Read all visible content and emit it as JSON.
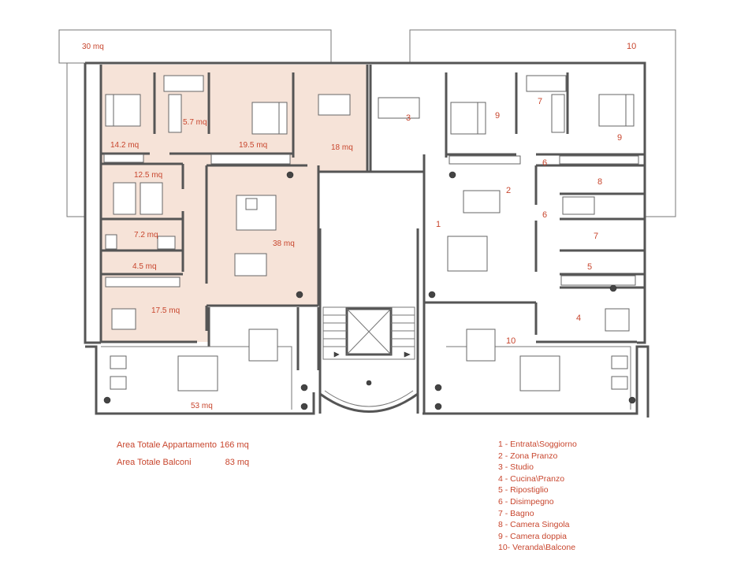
{
  "rooms": {
    "balcony_tl": "30 mq",
    "balcony_tr": "10",
    "room_142": "14.2 mq",
    "room_57": "5.7 mq",
    "room_195": "19.5 mq",
    "room_18": "18 mq",
    "room_125": "12.5 mq",
    "room_72": "7.2 mq",
    "room_45": "4.5 mq",
    "room_175": "17.5 mq",
    "room_38": "38 mq",
    "room_53": "53 mq",
    "r_3": "3",
    "r_9a": "9",
    "r_7a": "7",
    "r_9b": "9",
    "r_6a": "6",
    "r_2": "2",
    "r_8": "8",
    "r_6b": "6",
    "r_1": "1",
    "r_7b": "7",
    "r_5": "5",
    "r_4": "4",
    "r_10": "10"
  },
  "totals": {
    "apartment_label": "Area Totale Appartamento",
    "apartment_value": "166 mq",
    "balconies_label": "Area Totale Balconi",
    "balconies_value": "83 mq"
  },
  "legend": [
    "1 -  Entrata\\Soggiorno",
    "2 -  Zona Pranzo",
    "3 -  Studio",
    "4 -  Cucina\\Pranzo",
    "5 -  Ripostiglio",
    "6 - Disimpegno",
    "7 - Bagno",
    "8 - Camera Singola",
    "9 - Camera doppia",
    "10- Veranda\\Balcone"
  ],
  "colors": {
    "label_text": "#c8462e",
    "highlight_fill": "#f6e3d8",
    "wall": "#555555"
  }
}
